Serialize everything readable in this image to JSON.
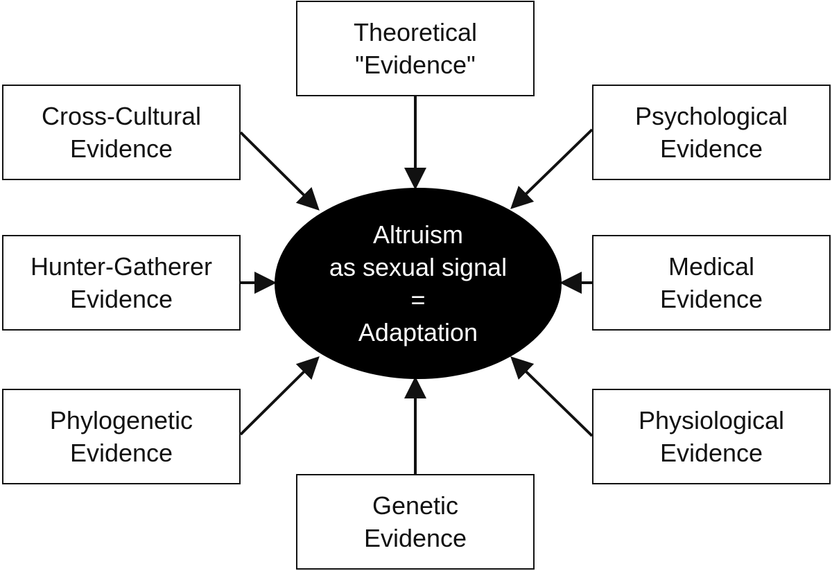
{
  "center": {
    "line1": "Altruism",
    "line2": "as sexual signal",
    "line3": "=",
    "line4": "Adaptation"
  },
  "nodes": {
    "theoretical": {
      "line1": "Theoretical",
      "line2": "\"Evidence\""
    },
    "crosscultural": {
      "line1": "Cross-Cultural",
      "line2": "Evidence"
    },
    "psychological": {
      "line1": "Psychological",
      "line2": "Evidence"
    },
    "hunter": {
      "line1": "Hunter-Gatherer",
      "line2": "Evidence"
    },
    "medical": {
      "line1": "Medical",
      "line2": "Evidence"
    },
    "phylogenetic": {
      "line1": "Phylogenetic",
      "line2": "Evidence"
    },
    "physiological": {
      "line1": "Physiological",
      "line2": "Evidence"
    },
    "genetic": {
      "line1": "Genetic",
      "line2": "Evidence"
    }
  },
  "colors": {
    "stroke": "#111111",
    "center_fill": "#000000",
    "center_text": "#ffffff"
  }
}
